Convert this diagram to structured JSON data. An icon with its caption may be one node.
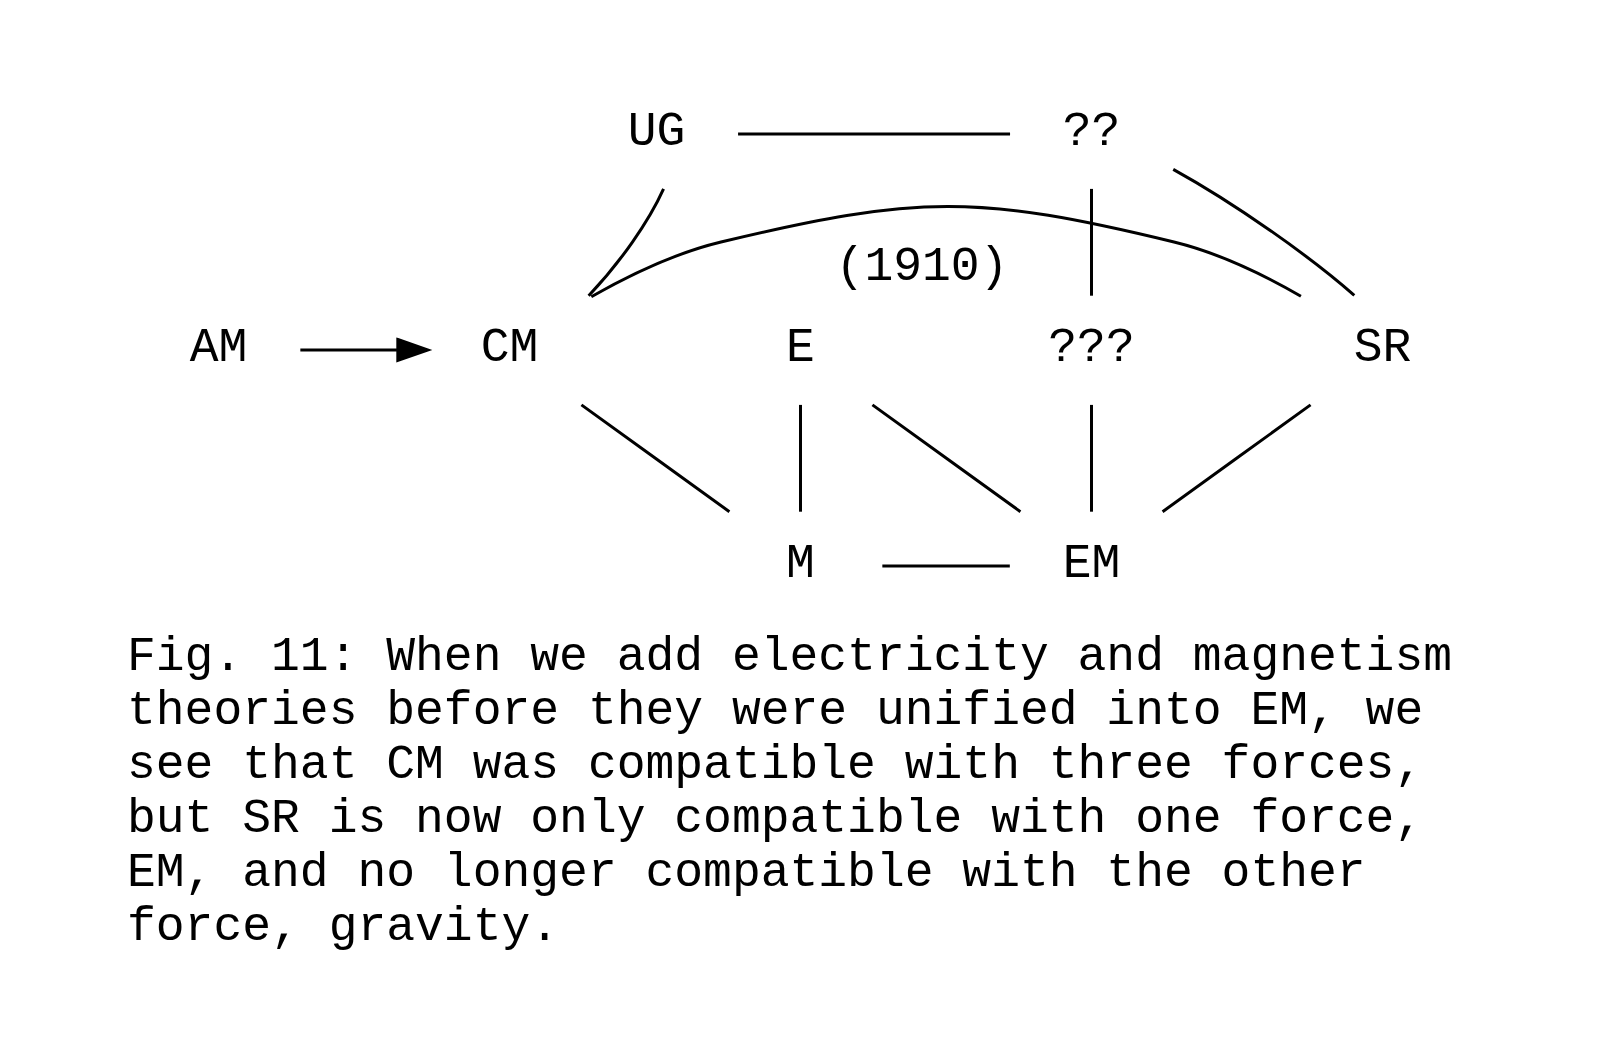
{
  "diagram": {
    "caption": "Fig. 11: When we add electricity and magnetism theories before they were unified into EM, we see that CM was compatible with three forces, but SR is now only compatible with one force, EM, and no longer compatible with the other force, gravity.",
    "nodes": [
      {
        "text": [
          "AM"
        ]
      },
      {
        "text": [
          "CM"
        ]
      },
      {
        "text": [
          "SR"
        ]
      },
      {
        "text": [
          "UG"
        ]
      },
      {
        "text": [
          "??"
        ]
      },
      {
        "text": [
          "???"
        ],
        "beside": [
          "(1910)"
        ]
      },
      {
        "text": [
          "E"
        ]
      },
      {
        "text": [
          "EM"
        ]
      },
      {
        "text": [
          "M"
        ]
      }
    ],
    "edges": [
      {
        "from": 0,
        "to": 1,
        "arrow": "to"
      },
      {
        "from": 1,
        "to": 2,
        "arrow": "none"
      },
      {
        "from": 3,
        "to": 4,
        "arrow": "none"
      },
      {
        "from": 1,
        "to": 3,
        "arrow": "none"
      },
      {
        "from": 2,
        "to": 4,
        "arrow": "none"
      },
      {
        "from": 4,
        "to": 5,
        "arrow": "none"
      },
      {
        "from": 5,
        "to": 7,
        "arrow": "none"
      },
      {
        "from": 2,
        "to": 7,
        "arrow": "none"
      },
      {
        "from": 1,
        "to": 8,
        "arrow": "none"
      },
      {
        "from": 6,
        "to": 8,
        "arrow": "none"
      },
      {
        "from": 6,
        "to": 7,
        "arrow": "none"
      },
      {
        "from": 8,
        "to": 7,
        "arrow": "none"
      }
    ]
  }
}
